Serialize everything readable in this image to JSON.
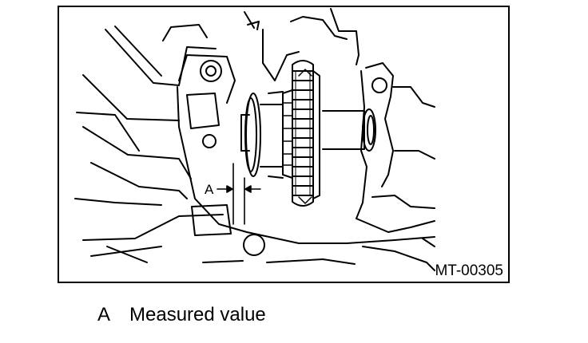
{
  "figure": {
    "code": "MT-00305",
    "callout": "A"
  },
  "legend": {
    "key": "A",
    "description": "Measured value"
  }
}
